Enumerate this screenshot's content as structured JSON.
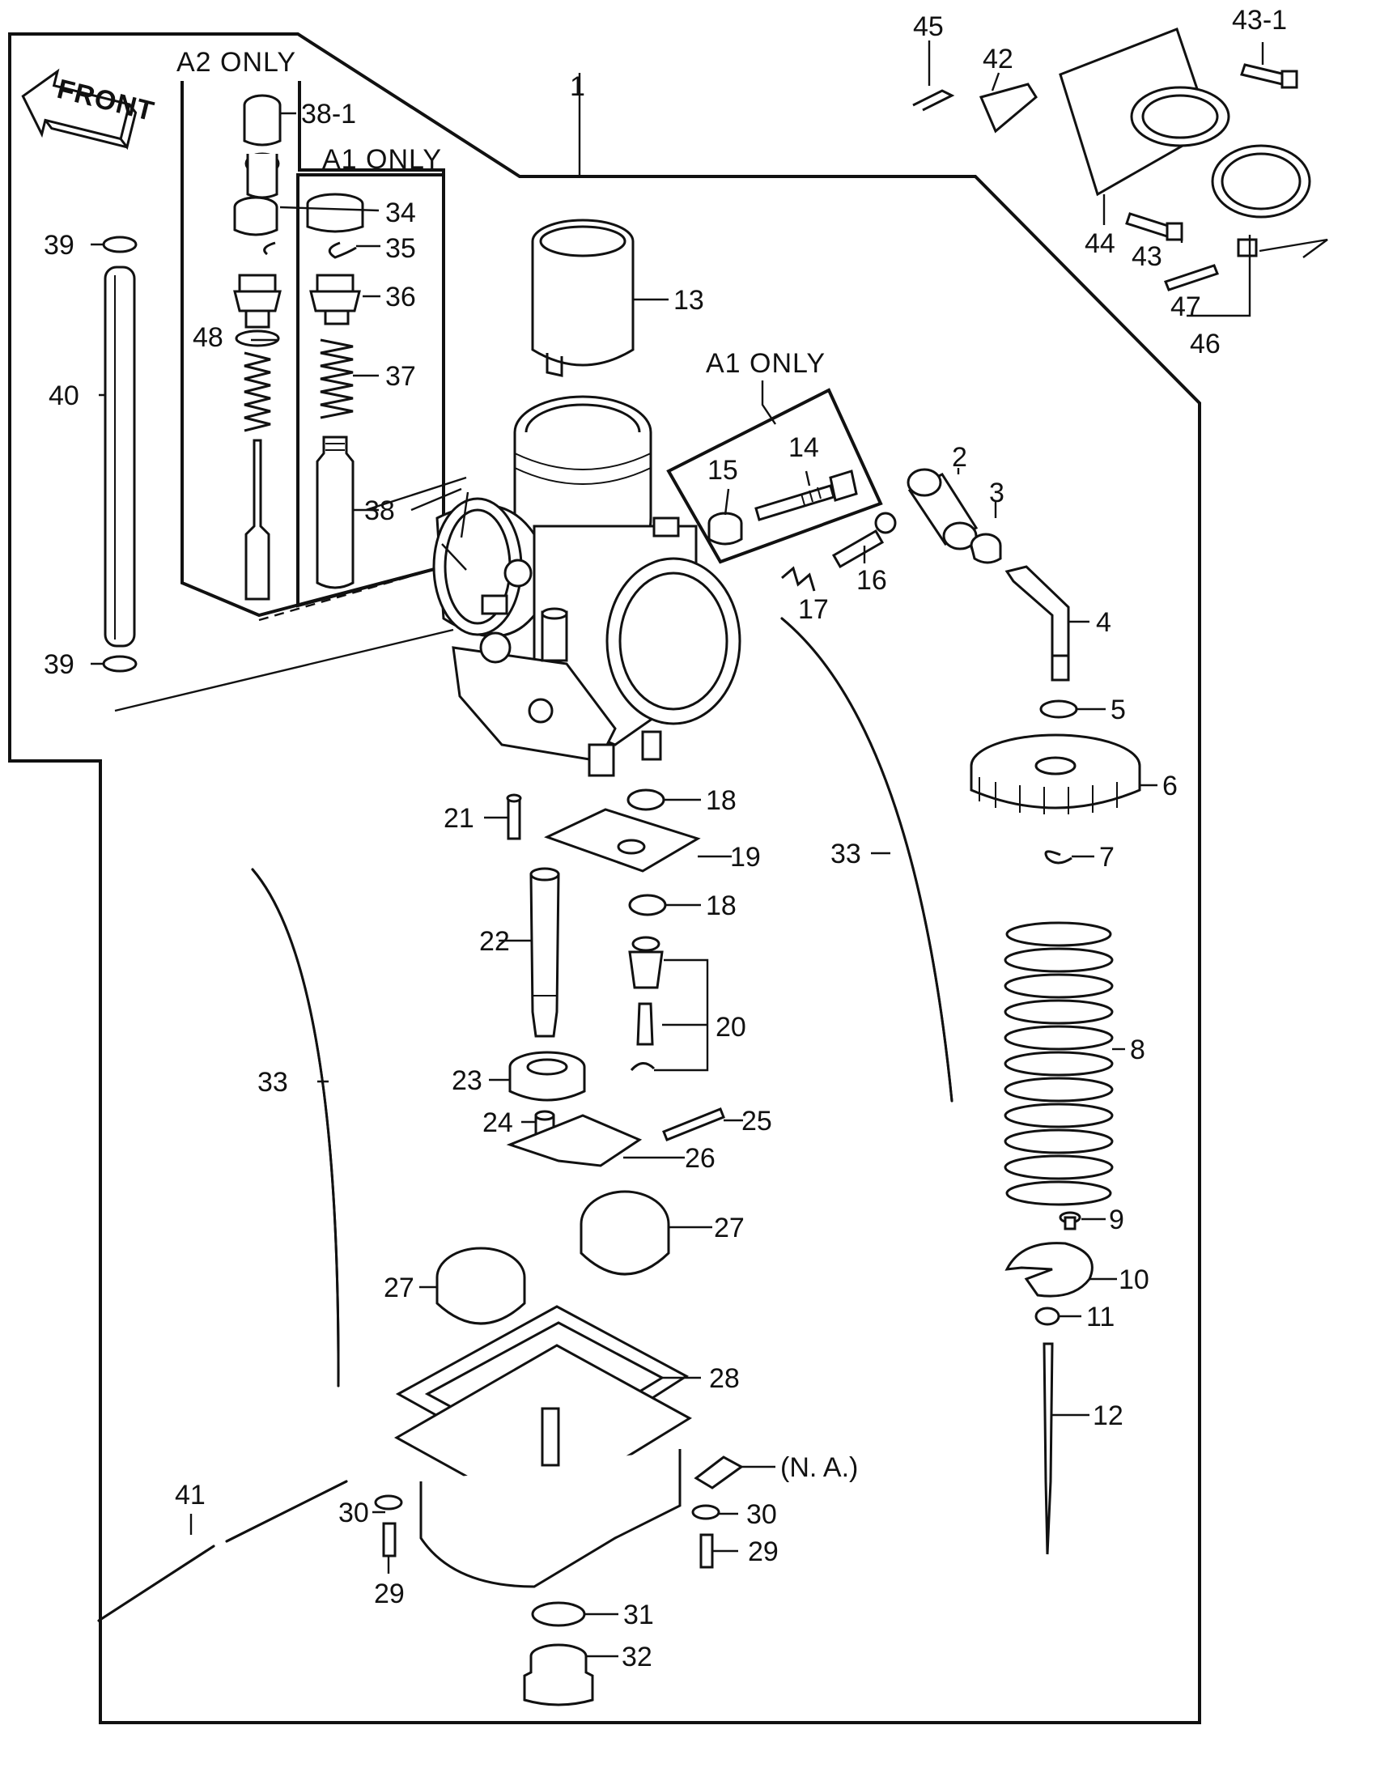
{
  "notes": {
    "a2_only": "A2 ONLY",
    "a1_only_box": "A1 ONLY",
    "a1_only_mid": "A1 ONLY",
    "front": "FRONT",
    "na": "(N. A.)"
  },
  "callouts": [
    "1",
    "2",
    "3",
    "4",
    "5",
    "6",
    "7",
    "8",
    "9",
    "10",
    "11",
    "12",
    "13",
    "14",
    "15",
    "16",
    "17",
    "18",
    "18",
    "19",
    "20",
    "21",
    "22",
    "23",
    "24",
    "25",
    "26",
    "27",
    "27",
    "28",
    "29",
    "29",
    "30",
    "30",
    "31",
    "32",
    "33",
    "33",
    "34",
    "35",
    "36",
    "37",
    "38",
    "38-1",
    "39",
    "39",
    "40",
    "41",
    "42",
    "43",
    "43-1",
    "44",
    "45",
    "46",
    "47",
    "48"
  ]
}
